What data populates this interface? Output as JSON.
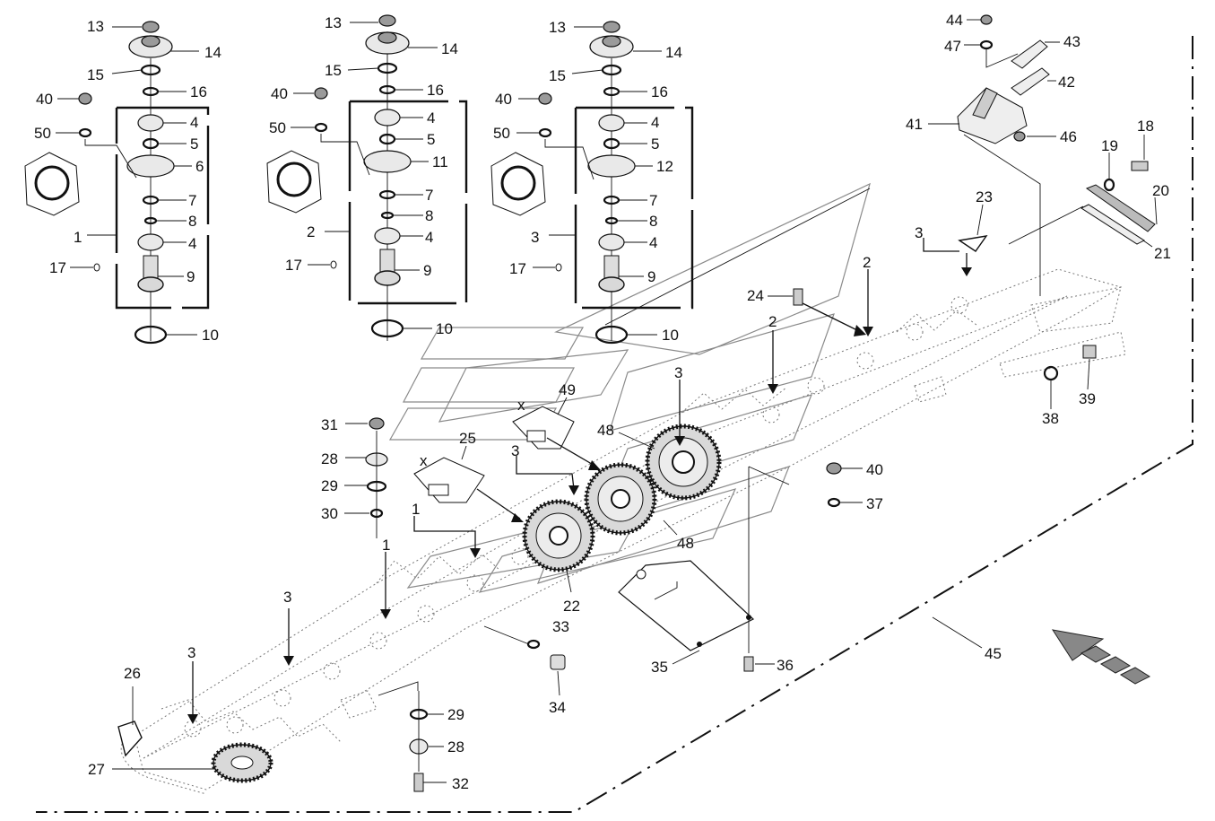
{
  "diagram": {
    "callouts": [
      {
        "id": "c13a",
        "text": "13"
      },
      {
        "id": "c14a",
        "text": "14"
      },
      {
        "id": "c15a",
        "text": "15"
      },
      {
        "id": "c16a",
        "text": "16"
      },
      {
        "id": "c40a",
        "text": "40"
      },
      {
        "id": "c50a",
        "text": "50"
      },
      {
        "id": "c4a",
        "text": "4"
      },
      {
        "id": "c5a",
        "text": "5"
      },
      {
        "id": "c6",
        "text": "6"
      },
      {
        "id": "c7a",
        "text": "7"
      },
      {
        "id": "c8a",
        "text": "8"
      },
      {
        "id": "c1a",
        "text": "1"
      },
      {
        "id": "c4b",
        "text": "4"
      },
      {
        "id": "c17a",
        "text": "17"
      },
      {
        "id": "c9a",
        "text": "9"
      },
      {
        "id": "c10a",
        "text": "10"
      },
      {
        "id": "c13b",
        "text": "13"
      },
      {
        "id": "c14b",
        "text": "14"
      },
      {
        "id": "c15b",
        "text": "15"
      },
      {
        "id": "c16b",
        "text": "16"
      },
      {
        "id": "c40b",
        "text": "40"
      },
      {
        "id": "c50b",
        "text": "50"
      },
      {
        "id": "c4c",
        "text": "4"
      },
      {
        "id": "c5b",
        "text": "5"
      },
      {
        "id": "c11",
        "text": "11"
      },
      {
        "id": "c7b",
        "text": "7"
      },
      {
        "id": "c8b",
        "text": "8"
      },
      {
        "id": "c2a",
        "text": "2"
      },
      {
        "id": "c4d",
        "text": "4"
      },
      {
        "id": "c17b",
        "text": "17"
      },
      {
        "id": "c9b",
        "text": "9"
      },
      {
        "id": "c10b",
        "text": "10"
      },
      {
        "id": "c13c",
        "text": "13"
      },
      {
        "id": "c14c",
        "text": "14"
      },
      {
        "id": "c15c",
        "text": "15"
      },
      {
        "id": "c16c",
        "text": "16"
      },
      {
        "id": "c40c",
        "text": "40"
      },
      {
        "id": "c50c",
        "text": "50"
      },
      {
        "id": "c4e",
        "text": "4"
      },
      {
        "id": "c5c",
        "text": "5"
      },
      {
        "id": "c12",
        "text": "12"
      },
      {
        "id": "c7c",
        "text": "7"
      },
      {
        "id": "c8c",
        "text": "8"
      },
      {
        "id": "c3a",
        "text": "3"
      },
      {
        "id": "c4f",
        "text": "4"
      },
      {
        "id": "c17c",
        "text": "17"
      },
      {
        "id": "c9c",
        "text": "9"
      },
      {
        "id": "c10c",
        "text": "10"
      },
      {
        "id": "c44",
        "text": "44"
      },
      {
        "id": "c47",
        "text": "47"
      },
      {
        "id": "c43",
        "text": "43"
      },
      {
        "id": "c42",
        "text": "42"
      },
      {
        "id": "c41",
        "text": "41"
      },
      {
        "id": "c46",
        "text": "46"
      },
      {
        "id": "c18",
        "text": "18"
      },
      {
        "id": "c19",
        "text": "19"
      },
      {
        "id": "c20",
        "text": "20"
      },
      {
        "id": "c21",
        "text": "21"
      },
      {
        "id": "c23",
        "text": "23"
      },
      {
        "id": "c3b",
        "text": "3"
      },
      {
        "id": "c2b",
        "text": "2"
      },
      {
        "id": "c24",
        "text": "24"
      },
      {
        "id": "c2c",
        "text": "2"
      },
      {
        "id": "c38",
        "text": "38"
      },
      {
        "id": "c39",
        "text": "39"
      },
      {
        "id": "c3c",
        "text": "3"
      },
      {
        "id": "c49",
        "text": "49"
      },
      {
        "id": "cxa",
        "text": "x"
      },
      {
        "id": "c48a",
        "text": "48"
      },
      {
        "id": "c31",
        "text": "31"
      },
      {
        "id": "c25",
        "text": "25"
      },
      {
        "id": "cxb",
        "text": "x"
      },
      {
        "id": "c3d",
        "text": "3"
      },
      {
        "id": "c28a",
        "text": "28"
      },
      {
        "id": "c29a",
        "text": "29"
      },
      {
        "id": "c30",
        "text": "30"
      },
      {
        "id": "c1b",
        "text": "1"
      },
      {
        "id": "c40d",
        "text": "40"
      },
      {
        "id": "c37",
        "text": "37"
      },
      {
        "id": "c48b",
        "text": "48"
      },
      {
        "id": "c1c",
        "text": "1"
      },
      {
        "id": "c22",
        "text": "22"
      },
      {
        "id": "c3e",
        "text": "3"
      },
      {
        "id": "c33",
        "text": "33"
      },
      {
        "id": "c34",
        "text": "34"
      },
      {
        "id": "c35",
        "text": "35"
      },
      {
        "id": "c36",
        "text": "36"
      },
      {
        "id": "c45",
        "text": "45"
      },
      {
        "id": "c3f",
        "text": "3"
      },
      {
        "id": "c26",
        "text": "26"
      },
      {
        "id": "c29b",
        "text": "29"
      },
      {
        "id": "c28b",
        "text": "28"
      },
      {
        "id": "c27",
        "text": "27"
      },
      {
        "id": "c32",
        "text": "32"
      }
    ]
  }
}
